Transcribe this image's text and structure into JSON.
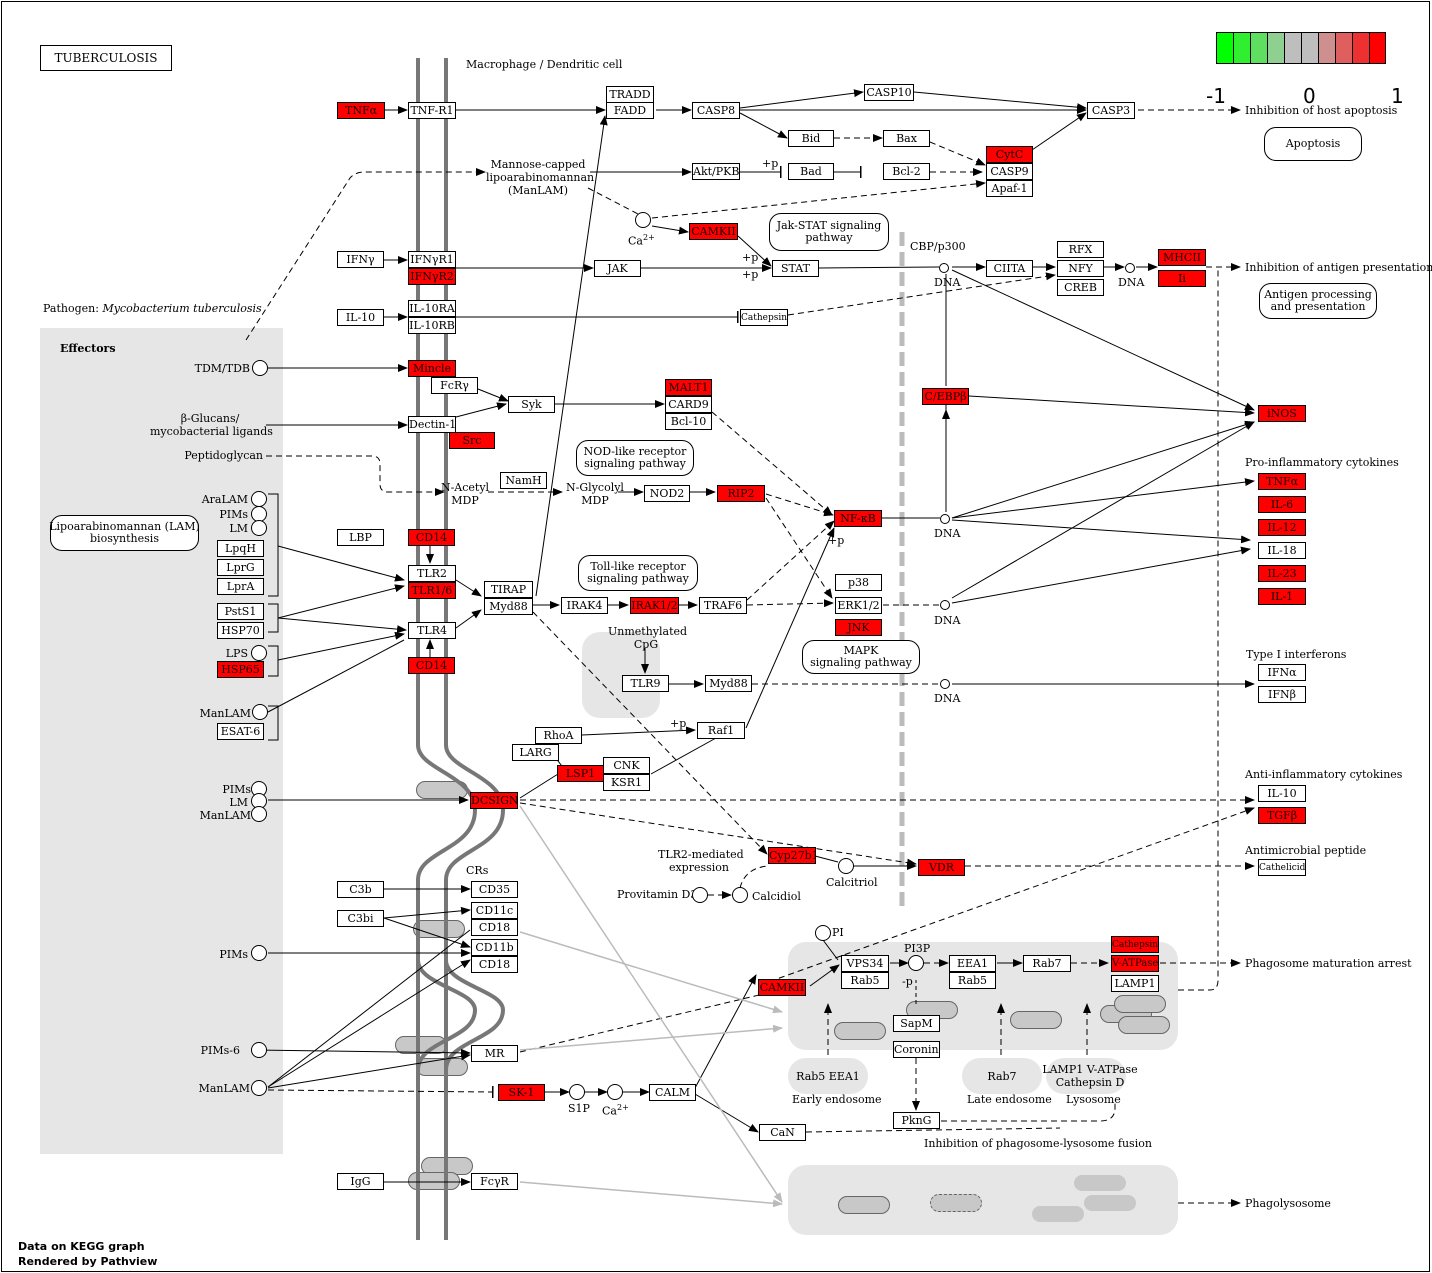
{
  "title": "TUBERCULOSIS",
  "colors": {
    "up": "#ff0000",
    "none": "#ffffff",
    "legend_scale": [
      "#00ff00",
      "#30ef30",
      "#5fdf5f",
      "#8fcf8f",
      "#bebebe",
      "#bebebe",
      "#cf8f8f",
      "#df5f5f",
      "#ef3030",
      "#ff0000"
    ]
  },
  "legend": {
    "min": "-1",
    "mid": "0",
    "max": "1"
  },
  "footer": {
    "line1": "Data on KEGG graph",
    "line2": "Rendered by Pathview"
  },
  "labels": {
    "cell": "Macrophage / Dendritic cell",
    "pathogen_prefix": "Pathogen:",
    "pathogen_species": "Mycobacterium tuberculosis",
    "effectors": "Effectors",
    "manlam_group": "Mannose-capped\nlipoarabinomannan\n(ManLAM)",
    "ca": "Ca",
    "ca_sup": "2+",
    "plus_p": "+p",
    "minus_p": "-p",
    "dna": "DNA",
    "cbp": "CBP/p300",
    "crs": "CRs",
    "nacetyl": "N-Acetyl\nMDP",
    "nglycolyl": "N-Glycolyl\nMDP",
    "unmethylated": "Unmethylated\nCpG",
    "tlr2_expr": "TLR2-mediated\nexpression",
    "provitamin": "Provitamin D3",
    "calcidiol": "Calcidiol",
    "calcitriol": "Calcitriol",
    "pi": "PI",
    "pi3p": "PI3P",
    "s1p": "S1P",
    "early_endosome": "Early endosome",
    "late_endosome": "Late endosome",
    "lysosome": "Lysosome",
    "early_endo_markers": "Rab5  EEA1",
    "late_endo_markers": "Rab7",
    "lyso_markers": "LAMP1 V-ATPase\nCathepsin D",
    "inhib_fusion": "Inhibition of phagosome-lysosome fusion",
    "inhib_apoptosis": "Inhibition of host apoptosis",
    "apoptosis": "Apoptosis",
    "inhib_antigen": "Inhibition of antigen presentation",
    "antigen_proc": "Antigen processing\nand presentation",
    "pro_inflam": "Pro-inflammatory cytokines",
    "type1_ifn": "Type I interferons",
    "anti_inflam": "Anti-inflammatory cytokines",
    "antimicrobial": "Antimicrobial peptide",
    "phago_arrest": "Phagosome maturation arrest",
    "phagolysosome": "Phagolysosome",
    "jakstat": "Jak-STAT signaling\npathway",
    "nod": "NOD-like receptor\nsignaling pathway",
    "toll": "Toll-like receptor\nsignaling pathway",
    "mapk": "MAPK\nsignaling pathway",
    "lam_bio": "Lipoarabinomannan (LAM)\nbiosynthesis",
    "tdm": "TDM/TDB",
    "bglucans": "β-Glucans/\nmycobacterial ligands",
    "peptidoglycan": "Peptidoglycan",
    "aralam": "AraLAM",
    "pims": "PIMs",
    "lm": "LM",
    "lps": "LPS",
    "manlam": "ManLAM",
    "pims6": "PIMs-6"
  },
  "nodes": [
    {
      "id": "tnfa_l",
      "text": "TNFα",
      "red": true
    },
    {
      "id": "tnfr1",
      "text": "TNF-R1",
      "red": false
    },
    {
      "id": "tradd",
      "text": "TRADD",
      "red": false
    },
    {
      "id": "fadd",
      "text": "FADD",
      "red": false
    },
    {
      "id": "casp8",
      "text": "CASP8",
      "red": false
    },
    {
      "id": "casp10",
      "text": "CASP10",
      "red": false
    },
    {
      "id": "casp3",
      "text": "CASP3",
      "red": false
    },
    {
      "id": "bid",
      "text": "Bid",
      "red": false
    },
    {
      "id": "bax",
      "text": "Bax",
      "red": false
    },
    {
      "id": "cytc",
      "text": "CytC",
      "red": true
    },
    {
      "id": "casp9",
      "text": "CASP9",
      "red": false
    },
    {
      "id": "apaf1",
      "text": "Apaf-1",
      "red": false
    },
    {
      "id": "aktpkb",
      "text": "Akt/PKB",
      "red": false
    },
    {
      "id": "bad",
      "text": "Bad",
      "red": false
    },
    {
      "id": "bcl2",
      "text": "Bcl-2",
      "red": false
    },
    {
      "id": "camkii_a",
      "text": "CAMKII",
      "red": true
    },
    {
      "id": "ifng",
      "text": "IFNγ",
      "red": false
    },
    {
      "id": "ifngr1",
      "text": "IFNγR1",
      "red": false
    },
    {
      "id": "ifngr2",
      "text": "IFNγR2",
      "red": true
    },
    {
      "id": "jak",
      "text": "JAK",
      "red": false
    },
    {
      "id": "stat",
      "text": "STAT",
      "red": false
    },
    {
      "id": "ciita",
      "text": "CIITA",
      "red": false
    },
    {
      "id": "rfx",
      "text": "RFX",
      "red": false
    },
    {
      "id": "nfy",
      "text": "NFY",
      "red": false
    },
    {
      "id": "creb",
      "text": "CREB",
      "red": false
    },
    {
      "id": "mhcii",
      "text": "MHCII",
      "red": true
    },
    {
      "id": "ii",
      "text": "Ii",
      "red": true
    },
    {
      "id": "il10_l",
      "text": "IL-10",
      "red": false
    },
    {
      "id": "il10ra",
      "text": "IL-10RA",
      "red": false
    },
    {
      "id": "il10rb",
      "text": "IL-10RB",
      "red": false
    },
    {
      "id": "cathepsins",
      "text": "Cathepsin S",
      "red": false
    },
    {
      "id": "mincle",
      "text": "Mincle",
      "red": true
    },
    {
      "id": "fcry",
      "text": "FcRγ",
      "red": false
    },
    {
      "id": "syk",
      "text": "Syk",
      "red": false
    },
    {
      "id": "malt1",
      "text": "MALT1",
      "red": true
    },
    {
      "id": "card9",
      "text": "CARD9",
      "red": false
    },
    {
      "id": "bcl10",
      "text": "Bcl-10",
      "red": false
    },
    {
      "id": "dectin1",
      "text": "Dectin-1",
      "red": false
    },
    {
      "id": "src",
      "text": "Src",
      "red": true
    },
    {
      "id": "cebpb",
      "text": "C/EBPβ",
      "red": true
    },
    {
      "id": "inos",
      "text": "iNOS",
      "red": true
    },
    {
      "id": "namh",
      "text": "NamH",
      "red": false
    },
    {
      "id": "nod2",
      "text": "NOD2",
      "red": false
    },
    {
      "id": "rip2",
      "text": "RIP2",
      "red": true
    },
    {
      "id": "nfkb",
      "text": "NF-κB",
      "red": true
    },
    {
      "id": "tnfa_r",
      "text": "TNFα",
      "red": true
    },
    {
      "id": "il6",
      "text": "IL-6",
      "red": true
    },
    {
      "id": "il12",
      "text": "IL-12",
      "red": true
    },
    {
      "id": "il18",
      "text": "IL-18",
      "red": false
    },
    {
      "id": "il23",
      "text": "IL-23",
      "red": true
    },
    {
      "id": "il1",
      "text": "IL-1",
      "red": true
    },
    {
      "id": "lpqh",
      "text": "LpqH",
      "red": false
    },
    {
      "id": "lprg",
      "text": "LprG",
      "red": false
    },
    {
      "id": "lpra",
      "text": "LprA",
      "red": false
    },
    {
      "id": "lbp",
      "text": "LBP",
      "red": false
    },
    {
      "id": "cd14_a",
      "text": "CD14",
      "red": true
    },
    {
      "id": "tlr2",
      "text": "TLR2",
      "red": false
    },
    {
      "id": "tlr16",
      "text": "TLR1/6",
      "red": true
    },
    {
      "id": "tirap",
      "text": "TIRAP",
      "red": false
    },
    {
      "id": "myd88",
      "text": "Myd88",
      "red": false
    },
    {
      "id": "irak4",
      "text": "IRAK4",
      "red": false
    },
    {
      "id": "irak12",
      "text": "IRAK1/2",
      "red": true
    },
    {
      "id": "traf6",
      "text": "TRAF6",
      "red": false
    },
    {
      "id": "p38",
      "text": "p38",
      "red": false
    },
    {
      "id": "erk12",
      "text": "ERK1/2",
      "red": false
    },
    {
      "id": "jnk",
      "text": "JNK",
      "red": true
    },
    {
      "id": "psts1",
      "text": "PstS1",
      "red": false
    },
    {
      "id": "hsp70",
      "text": "HSP70",
      "red": false
    },
    {
      "id": "tlr4",
      "text": "TLR4",
      "red": false
    },
    {
      "id": "hsp65",
      "text": "HSP65",
      "red": true
    },
    {
      "id": "cd14_b",
      "text": "CD14",
      "red": true
    },
    {
      "id": "tlr9",
      "text": "TLR9",
      "red": false
    },
    {
      "id": "myd88b",
      "text": "Myd88",
      "red": false
    },
    {
      "id": "ifna",
      "text": "IFNα",
      "red": false
    },
    {
      "id": "ifnb",
      "text": "IFNβ",
      "red": false
    },
    {
      "id": "esat6",
      "text": "ESAT-6",
      "red": false
    },
    {
      "id": "rhoa",
      "text": "RhoA",
      "red": false
    },
    {
      "id": "raf1",
      "text": "Raf1",
      "red": false
    },
    {
      "id": "larg",
      "text": "LARG",
      "red": false
    },
    {
      "id": "lsp1",
      "text": "LSP1",
      "red": true
    },
    {
      "id": "cnk",
      "text": "CNK",
      "red": false
    },
    {
      "id": "ksr1",
      "text": "KSR1",
      "red": false
    },
    {
      "id": "dcsign",
      "text": "DCSIGN",
      "red": true
    },
    {
      "id": "il10_r",
      "text": "IL-10",
      "red": false
    },
    {
      "id": "tgfb",
      "text": "TGFβ",
      "red": true
    },
    {
      "id": "cyp27b1",
      "text": "Cyp27b1",
      "red": true
    },
    {
      "id": "vdr",
      "text": "VDR",
      "red": true
    },
    {
      "id": "cathelicidin",
      "text": "Cathelicidin",
      "red": false
    },
    {
      "id": "c3b",
      "text": "C3b",
      "red": false
    },
    {
      "id": "cd35",
      "text": "CD35",
      "red": false
    },
    {
      "id": "c3bi",
      "text": "C3bi",
      "red": false
    },
    {
      "id": "cd11c",
      "text": "CD11c",
      "red": false
    },
    {
      "id": "cd18a",
      "text": "CD18",
      "red": false
    },
    {
      "id": "cd11b",
      "text": "CD11b",
      "red": false
    },
    {
      "id": "cd18b",
      "text": "CD18",
      "red": false
    },
    {
      "id": "vps34",
      "text": "VPS34",
      "red": false
    },
    {
      "id": "rab5a",
      "text": "Rab5",
      "red": false
    },
    {
      "id": "eea1",
      "text": "EEA1",
      "red": false
    },
    {
      "id": "rab5b",
      "text": "Rab5",
      "red": false
    },
    {
      "id": "rab7",
      "text": "Rab7",
      "red": false
    },
    {
      "id": "cathepsind",
      "text": "Cathepsin D",
      "red": true
    },
    {
      "id": "vatpase",
      "text": "V-ATPase",
      "red": true
    },
    {
      "id": "lamp1",
      "text": "LAMP1",
      "red": false
    },
    {
      "id": "camkii_b",
      "text": "CAMKII",
      "red": true
    },
    {
      "id": "sapm",
      "text": "SapM",
      "red": false
    },
    {
      "id": "coronin1",
      "text": "Coronin1",
      "red": false
    },
    {
      "id": "pkng",
      "text": "PknG",
      "red": false
    },
    {
      "id": "mr",
      "text": "MR",
      "red": false
    },
    {
      "id": "sk1",
      "text": "SK-1",
      "red": true
    },
    {
      "id": "calm",
      "text": "CALM",
      "red": false
    },
    {
      "id": "can",
      "text": "CaN",
      "red": false
    },
    {
      "id": "igg",
      "text": "IgG",
      "red": false
    },
    {
      "id": "fcyr",
      "text": "FcγR",
      "red": false
    }
  ]
}
